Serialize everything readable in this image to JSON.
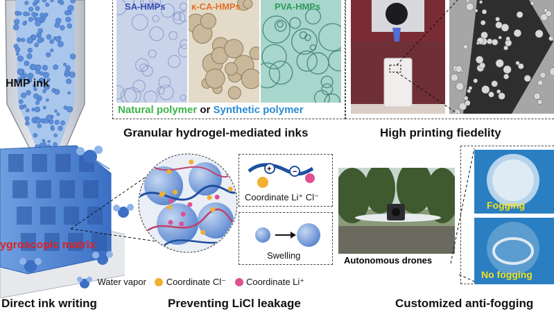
{
  "colors": {
    "sa_label": "#3a4fb0",
    "ca_label": "#e0702a",
    "pva_label": "#2e9a5a",
    "natural": "#3cb44b",
    "synthetic": "#2a8ad0",
    "hygroscopic": "#e02020",
    "chloride": "#f0b030",
    "lithium": "#e05090",
    "fogging": "#f2e020"
  },
  "ink": {
    "label": "HMP ink"
  },
  "micrographs": [
    {
      "label": "SA-HMPs"
    },
    {
      "label": "κ-CA-HMPs"
    },
    {
      "label": "PVA-HMPs"
    }
  ],
  "polymer_line": {
    "natural": "Natural polymer",
    "or": " or ",
    "synthetic": "Synthetic polymer"
  },
  "captions": {
    "inks": "Granular hydrogel-mediated inks",
    "fidelity": "High printing fiedelity",
    "writing": "Direct ink writing",
    "leakage": "Preventing LiCl leakage",
    "antifog": "Customized anti-fogging"
  },
  "matrix": {
    "label": "ygroscopic matrix"
  },
  "coordinate_box": {
    "label": "Coordinate Li⁺ Cl⁻"
  },
  "swelling_box": {
    "label": "Swelling"
  },
  "legend": {
    "water": "Water vapor",
    "chloride": "Coordinate Cl⁻",
    "lithium": "Coordinate Li⁺"
  },
  "drones": {
    "label": "Autonomous drones"
  },
  "fog": {
    "fogging": "Fogging",
    "no_fogging": "No fogging"
  }
}
